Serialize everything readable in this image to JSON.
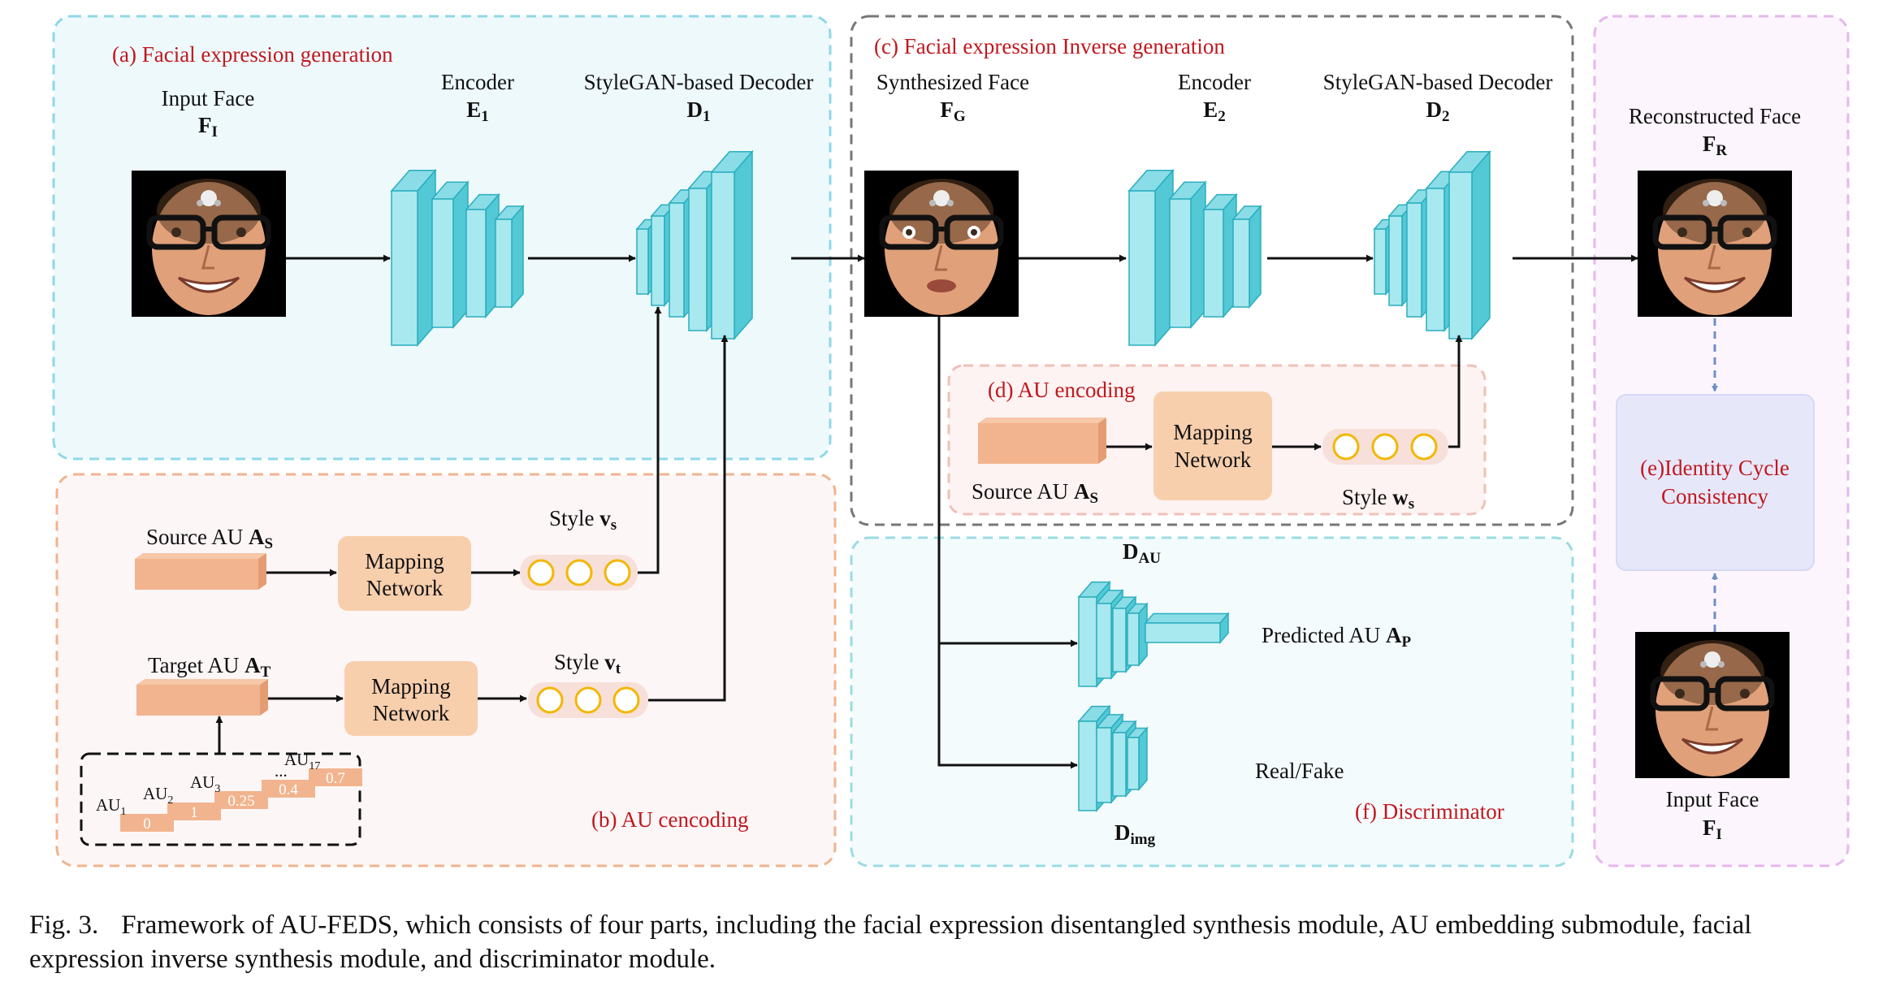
{
  "sections": {
    "a": "(a) Facial expression generation",
    "b": "(b) AU cencoding",
    "c": "(c) Facial expression Inverse generation",
    "d": "(d) AU encoding",
    "e_line1": "(e)Identity Cycle",
    "e_line2": "Consistency",
    "f": "(f) Discriminator"
  },
  "nodes": {
    "input_face": {
      "label": "Input Face",
      "sym": "F",
      "sub": "I"
    },
    "encoder1": {
      "label": "Encoder",
      "sym": "E",
      "sub": "1"
    },
    "decoder1": {
      "label": "StyleGAN-based Decoder",
      "sym": "D",
      "sub": "1"
    },
    "synth_face": {
      "label": "Synthesized Face",
      "sym": "F",
      "sub": "G"
    },
    "encoder2": {
      "label": "Encoder",
      "sym": "E",
      "sub": "2"
    },
    "decoder2": {
      "label": "StyleGAN-based Decoder",
      "sym": "D",
      "sub": "2"
    },
    "recon_face": {
      "label": "Reconstructed Face",
      "sym": "F",
      "sub": "R"
    },
    "input_face2": {
      "label": "Input Face",
      "sym": "F",
      "sub": "I"
    },
    "mapping_line1": "Mapping",
    "mapping_line2": "Network",
    "source_au_b": {
      "label": "Source AU ",
      "sym": "A",
      "sub": "S"
    },
    "target_au_b": {
      "label": "Target AU ",
      "sym": "A",
      "sub": "T"
    },
    "style_vs": {
      "label": "Style ",
      "sym": "v",
      "sub": "s"
    },
    "style_vt": {
      "label": "Style ",
      "sym": "v",
      "sub": "t"
    },
    "source_au_d": {
      "label": "Source AU ",
      "sym": "A",
      "sub": "S"
    },
    "style_ws": {
      "label": "Style ",
      "sym": "w",
      "sub": "s"
    },
    "d_au": {
      "sym": "D",
      "sub": "AU"
    },
    "d_img": {
      "sym": "D",
      "sub": "img"
    },
    "predicted_au": {
      "label": "Predicted AU ",
      "sym": "A",
      "sub": "P"
    },
    "real_fake": "Real/Fake"
  },
  "au_vector": {
    "names": [
      "AU",
      "AU",
      "AU",
      "...",
      "AU"
    ],
    "name_subs": [
      "1",
      "2",
      "3",
      "",
      "17"
    ],
    "values": [
      "0",
      "1",
      "0.25",
      "0.4",
      "0.7"
    ]
  },
  "caption": {
    "fig": "Fig. 3.",
    "text": "Framework of AU-FEDS, which consists of four parts, including the facial expression disentangled synthesis module, AU embedding submodule, facial expression inverse synthesis module, and discriminator module."
  },
  "colors": {
    "cube_front": "#a8e8ef",
    "cube_side": "#52c9d5",
    "cube_top": "#8adce6",
    "cube_edge": "#2aaebe",
    "au_block": "#f2b48e",
    "mapping_box": "#f8cfad",
    "section_red": "#c0181e",
    "face_skin": "#e0a079"
  }
}
